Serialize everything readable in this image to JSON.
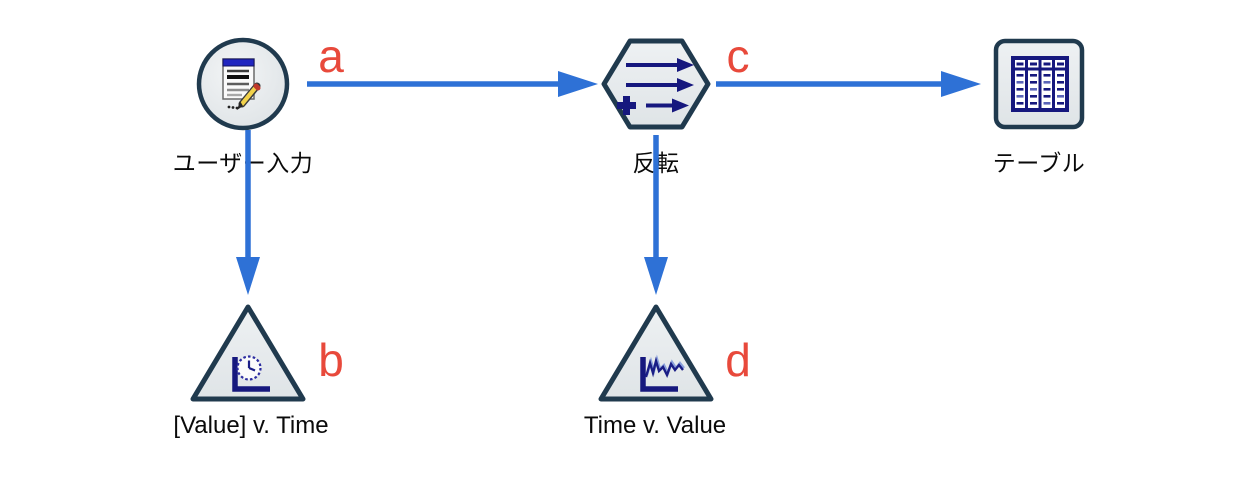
{
  "app": {
    "view": "stream-canvas"
  },
  "colors": {
    "background": "#ffffff",
    "arrow_blue": "#2e71d6",
    "annotation_red": "#e8493b",
    "node_border": "#203a4e",
    "node_fill": "#e9edef",
    "icon_navy": "#16187e",
    "label_text": "#0a0a0a"
  },
  "nodes": [
    {
      "id": "user-input",
      "shape": "circle",
      "label": "ユーザー入力",
      "icon": "user-input-document-pencil-icon"
    },
    {
      "id": "hanten",
      "shape": "hexagon",
      "label": "反転",
      "icon": "derive-arrows-plus-icon"
    },
    {
      "id": "table",
      "shape": "square",
      "label": "テーブル",
      "icon": "table-grid-icon"
    },
    {
      "id": "plot-value-time",
      "shape": "triangle",
      "label": "[Value] v. Time",
      "icon": "clock-axis-plot-icon"
    },
    {
      "id": "plot-time-value",
      "shape": "triangle",
      "label": "Time v. Value",
      "icon": "wave-axis-plot-icon"
    }
  ],
  "connections": [
    {
      "label": "a",
      "from": "user-input",
      "to": "hanten"
    },
    {
      "label": "b",
      "from": "user-input",
      "to": "plot-value-time"
    },
    {
      "label": "c",
      "from": "hanten",
      "to": "table"
    },
    {
      "label": "d",
      "from": "hanten",
      "to": "plot-time-value"
    }
  ]
}
